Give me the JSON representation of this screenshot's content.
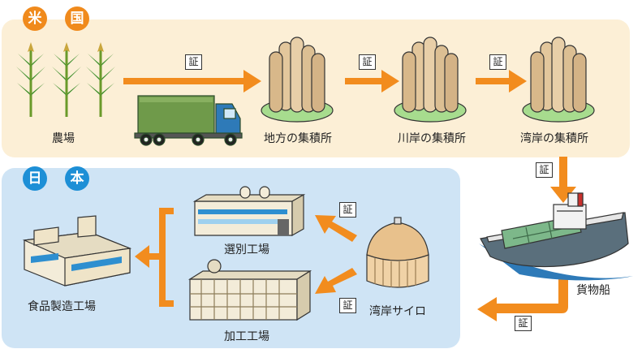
{
  "regions": {
    "us": [
      "米",
      "国"
    ],
    "jp": [
      "日",
      "本"
    ]
  },
  "us_nodes": {
    "farm": "農場",
    "local_elevator": "地方の集積所",
    "river_elevator": "川岸の集積所",
    "port_elevator": "湾岸の集積所"
  },
  "ship": "貨物船",
  "jp_nodes": {
    "port_silo": "湾岸サイロ",
    "sorting_plant": "選別工場",
    "processing_plant": "加工工場",
    "food_plant": "食品製造工場"
  },
  "cert_mark": "証",
  "colors": {
    "arrow": "#f28c1e",
    "us_bg": "#fcefd6",
    "jp_bg": "#cfe4f5",
    "us_badge": "#f08a1c",
    "jp_badge": "#1d8fd6"
  }
}
